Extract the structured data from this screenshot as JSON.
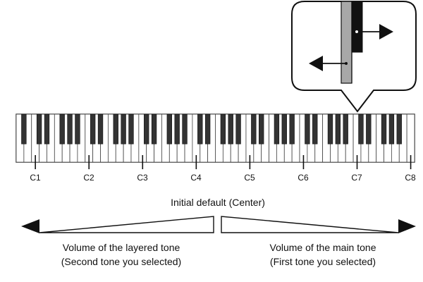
{
  "keyboard": {
    "octave_labels": [
      "C1",
      "C2",
      "C3",
      "C4",
      "C5",
      "C6",
      "C7",
      "C8"
    ]
  },
  "captions": {
    "initial_default": "Initial default (Center)",
    "layered_tone_line1": "Volume of the layered tone",
    "layered_tone_line2": "(Second tone you selected)",
    "main_tone_line1": "Volume of the main tone",
    "main_tone_line2": "(First tone you selected)"
  },
  "colors": {
    "ink": "#111111",
    "key_outline": "#444444",
    "black_key": "#333333",
    "slider_light": "#a8a8a8",
    "slider_dark": "#111111",
    "background": "#ffffff"
  },
  "icons": {
    "left_arrow": "arrow-left-icon",
    "right_arrow": "arrow-right-icon"
  }
}
